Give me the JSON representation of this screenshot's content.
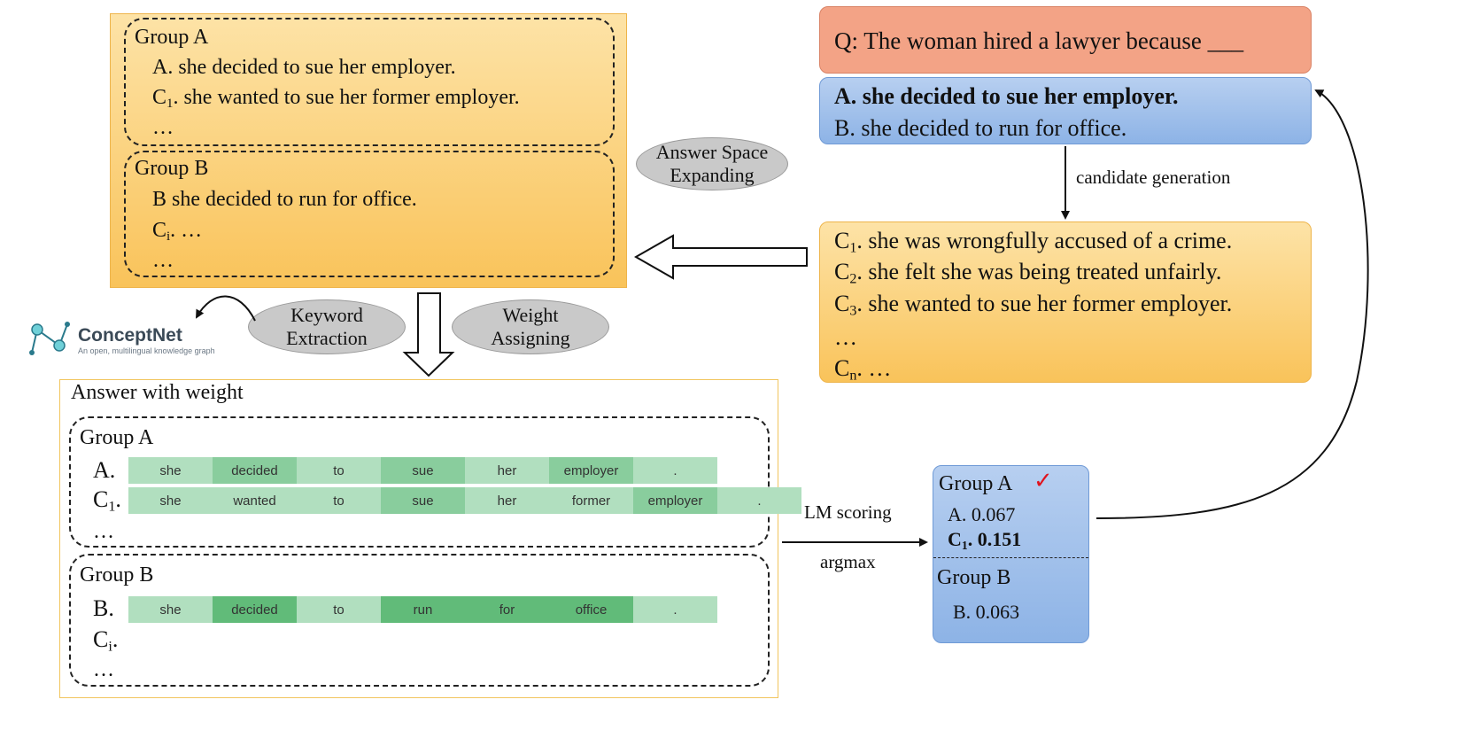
{
  "top_left_box": {
    "group_a": {
      "title": "Group A",
      "lines": [
        "A. she decided to sue her employer.",
        ". she wanted to sue her former employer.",
        "…"
      ],
      "c_label": "C",
      "c_sub": "1"
    },
    "group_b": {
      "title": "Group B",
      "lines": [
        "B she decided to run for office.",
        ". …",
        "…"
      ],
      "c_label": "C",
      "c_sub": "i"
    }
  },
  "process_labels": {
    "answer_space": [
      "Answer Space",
      "Expanding"
    ],
    "keyword": [
      "Keyword",
      "Extraction"
    ],
    "weight": [
      "Weight",
      "Assigning"
    ],
    "candidate_generation": "candidate generation",
    "lm_scoring": "LM scoring",
    "argmax": "argmax"
  },
  "conceptnet": {
    "name": "ConceptNet",
    "tagline": "An open, multilingual knowledge graph"
  },
  "question_box": {
    "question": "Q: The woman hired a lawyer because ___",
    "option_a": "A. she decided to sue her employer.",
    "option_b": "B. she decided to run for office."
  },
  "candidates_box": {
    "items": [
      {
        "label": "C",
        "sub": "1",
        "text": ". she was wrongfully accused of a crime."
      },
      {
        "label": "C",
        "sub": "2",
        "text": ". she felt she was being treated unfairly."
      },
      {
        "label": "C",
        "sub": "3",
        "text": ". she wanted to sue her former employer."
      }
    ],
    "ellipsis": "…",
    "last": {
      "label": "C",
      "sub": "n",
      "text": ". …"
    }
  },
  "weighted_box": {
    "title": "Answer with weight",
    "group_a": {
      "title": "Group A",
      "row_a_label": "A.",
      "row_c_label": "C",
      "row_c_sub": "1",
      "row_c_suffix": ".",
      "ellipsis": "…"
    },
    "group_b": {
      "title": "Group B",
      "row_b_label": "B.",
      "row_c_label": "C",
      "row_c_sub": "i",
      "row_c_suffix": ".",
      "ellipsis": "…"
    }
  },
  "token_rows": {
    "row_a": [
      {
        "text": "she",
        "w": 1
      },
      {
        "text": "decided",
        "w": 2
      },
      {
        "text": "to",
        "w": 1
      },
      {
        "text": "sue",
        "w": 2
      },
      {
        "text": "her",
        "w": 1
      },
      {
        "text": "employer",
        "w": 2
      },
      {
        "text": ".",
        "w": 1
      }
    ],
    "row_c1": [
      {
        "text": "she",
        "w": 1
      },
      {
        "text": "wanted",
        "w": 1
      },
      {
        "text": "to",
        "w": 1
      },
      {
        "text": "sue",
        "w": 2
      },
      {
        "text": "her",
        "w": 1
      },
      {
        "text": "former",
        "w": 1
      },
      {
        "text": "employer",
        "w": 2
      },
      {
        "text": ".",
        "w": 1
      }
    ],
    "row_b": [
      {
        "text": "she",
        "w": 1
      },
      {
        "text": "decided",
        "w": 3
      },
      {
        "text": "to",
        "w": 1
      },
      {
        "text": "run",
        "w": 3
      },
      {
        "text": "for",
        "w": 3
      },
      {
        "text": "office",
        "w": 3
      },
      {
        "text": ".",
        "w": 1
      }
    ]
  },
  "result_box": {
    "group_a": "Group A",
    "check": "✓",
    "score_a": "A. 0.067",
    "score_c_label": "C",
    "score_c_sub": "1",
    "score_c_value": ". 0.151",
    "group_b": "Group B",
    "score_b": "B. 0.063"
  },
  "colors": {
    "orange_top": "#fde3a7",
    "orange_bottom": "#f9c35a",
    "salmon": "#f3a386",
    "blue_top": "#b7cff0",
    "blue_bottom": "#8db3e6",
    "token_light": "#b1dfbf",
    "token_mid": "#89cd9d",
    "token_dark": "#61bb79",
    "check_red": "#e0141e"
  }
}
